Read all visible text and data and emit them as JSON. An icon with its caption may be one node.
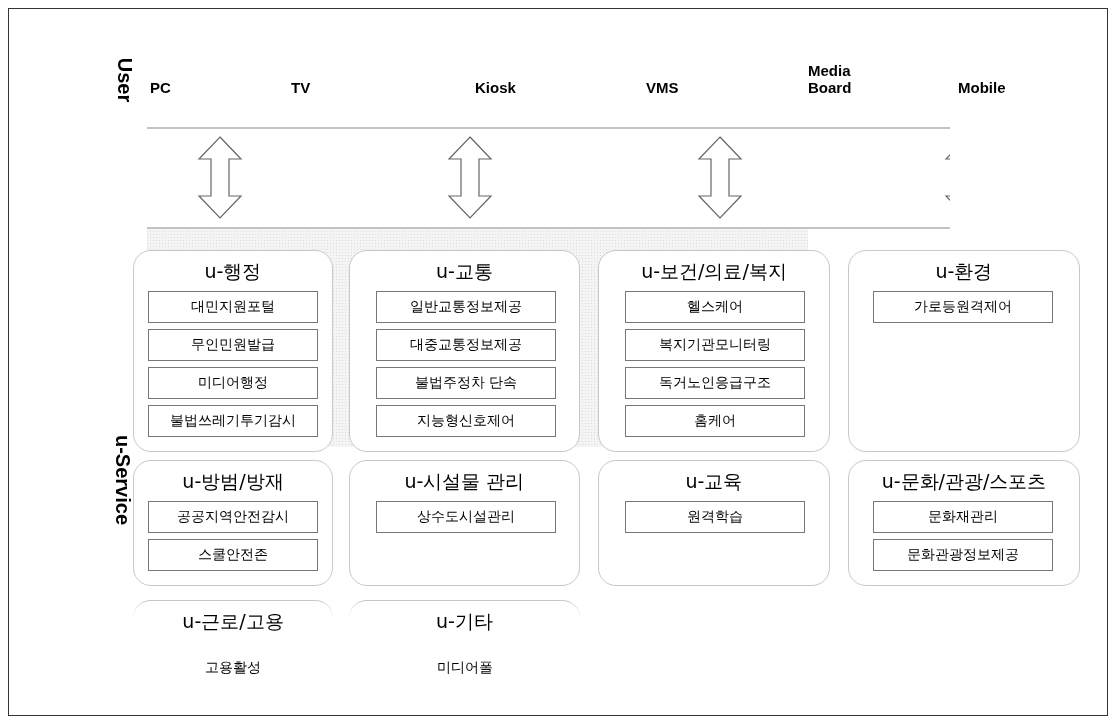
{
  "diagram": {
    "nodes": [
      {
        "text": [
          "u-행정"
        ]
      },
      {
        "text": [
          "대민지원포털"
        ],
        "in": 0
      },
      {
        "text": [
          "무인민원발급"
        ],
        "in": 0
      },
      {
        "text": [
          "미디어행정"
        ],
        "in": 0
      },
      {
        "text": [
          "불법쓰레기투기감시"
        ],
        "in": 0
      },
      {
        "text": [
          "u-교통"
        ]
      },
      {
        "text": [
          "일반교통정보제공"
        ],
        "in": 5
      },
      {
        "text": [
          "대중교통정보제공"
        ],
        "in": 5
      },
      {
        "text": [
          "불법주정차 단속"
        ],
        "in": 5
      },
      {
        "text": [
          "지능형신호제어"
        ],
        "in": 5
      },
      {
        "text": [
          "u-보건/의료/복지"
        ]
      },
      {
        "text": [
          "헬스케어"
        ],
        "in": 10
      },
      {
        "text": [
          "복지기관모니터링"
        ],
        "in": 10
      },
      {
        "text": [
          "독거노인응급구조"
        ],
        "in": 10
      },
      {
        "text": [
          "홈케어"
        ],
        "in": 10
      },
      {
        "text": [
          "u-환경"
        ]
      },
      {
        "text": [
          "가로등원격제어"
        ],
        "in": 15
      },
      {
        "text": [
          "u-방범/방재"
        ]
      },
      {
        "text": [
          "공공지역안전감시"
        ],
        "in": 17
      },
      {
        "text": [
          "스쿨안전존"
        ],
        "in": 17
      },
      {
        "text": [
          "u-시설물 관리"
        ]
      },
      {
        "text": [
          "상수도시설관리"
        ],
        "in": 20
      },
      {
        "text": [
          "u-교육"
        ]
      },
      {
        "text": [
          "원격학습"
        ],
        "in": 22
      },
      {
        "text": [
          "u-문화/관광/스포츠"
        ]
      },
      {
        "text": [
          "문화재관리"
        ],
        "in": 24
      },
      {
        "text": [
          "문화관광정보제공"
        ],
        "in": 24
      },
      {
        "text": [
          "u-근로/고용",
          "고용활성"
        ]
      },
      {
        "text": [
          "u-기타",
          "미디어폴"
        ]
      }
    ],
    "labels": [
      "User",
      "PC",
      "TV",
      "Kiosk",
      "VMS",
      "Media Board",
      "Mobile",
      "u-Service"
    ]
  }
}
